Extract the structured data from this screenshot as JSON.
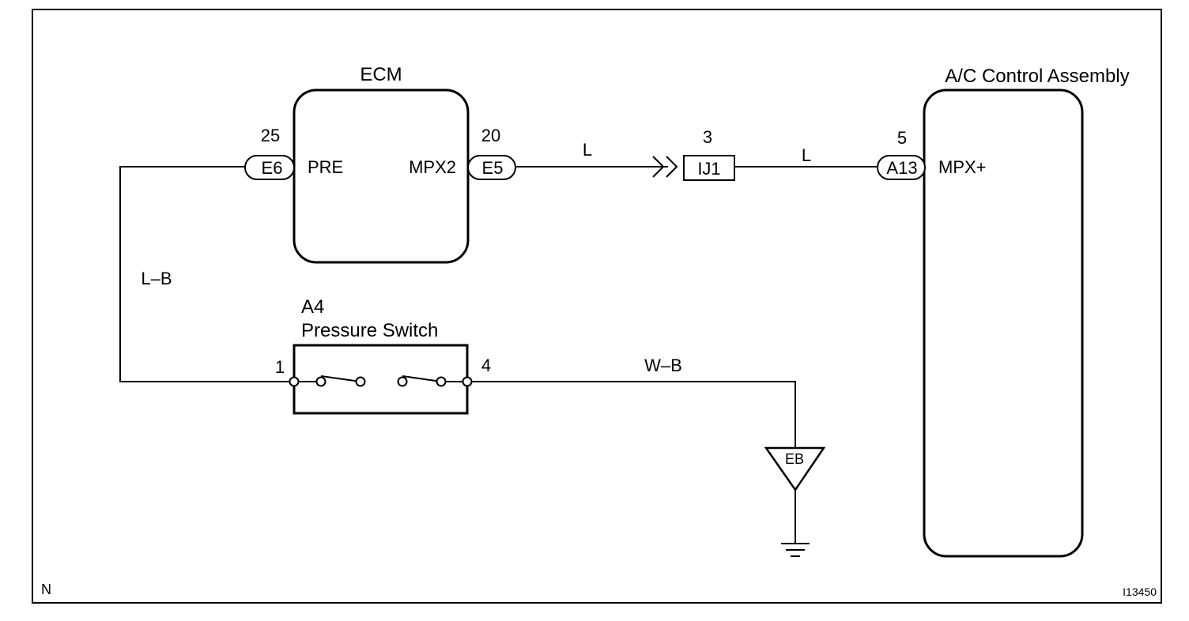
{
  "components": {
    "ecm": {
      "title": "ECM",
      "pin_pre": "PRE",
      "pin_mpx2": "MPX2"
    },
    "ac_control": {
      "title": "A/C Control Assembly",
      "pin_mpx": "MPX+"
    },
    "pressure_switch": {
      "code": "A4",
      "title": "Pressure Switch"
    },
    "junction": {
      "code": "IJ1",
      "pin": "3"
    },
    "ground_point": {
      "label": "EB"
    }
  },
  "connectors": {
    "e6": {
      "label": "E6",
      "pin": "25"
    },
    "e5": {
      "label": "E5",
      "pin": "20"
    },
    "a13": {
      "label": "A13",
      "pin": "5"
    },
    "switch_pin_in": "1",
    "switch_pin_out": "4"
  },
  "wires": {
    "ecm_to_junction": "L",
    "junction_to_ac": "L",
    "e6_to_switch": "L–B",
    "switch_to_ground": "W–B"
  },
  "footer": {
    "corner_letter": "N",
    "figure_id": "I13450"
  }
}
